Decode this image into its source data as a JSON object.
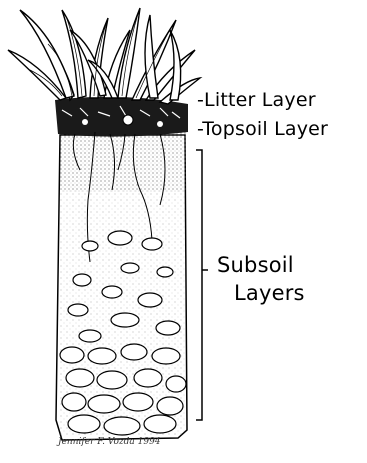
{
  "labels": {
    "litter": "-Litter Layer",
    "topsoil": "-Topsoil Layer",
    "subsoil_line1": "Subsoil",
    "subsoil_line2": "Layers"
  },
  "signature": "Jennifer F. Vozda 1994",
  "colors": {
    "ink": "#000000",
    "background": "#ffffff",
    "litter_dark": "#1a1a1a",
    "topsoil_speckle": "#777777"
  },
  "icons": [
    "grass-plants",
    "soil-column",
    "root-lines",
    "rock-stones",
    "bracket"
  ]
}
